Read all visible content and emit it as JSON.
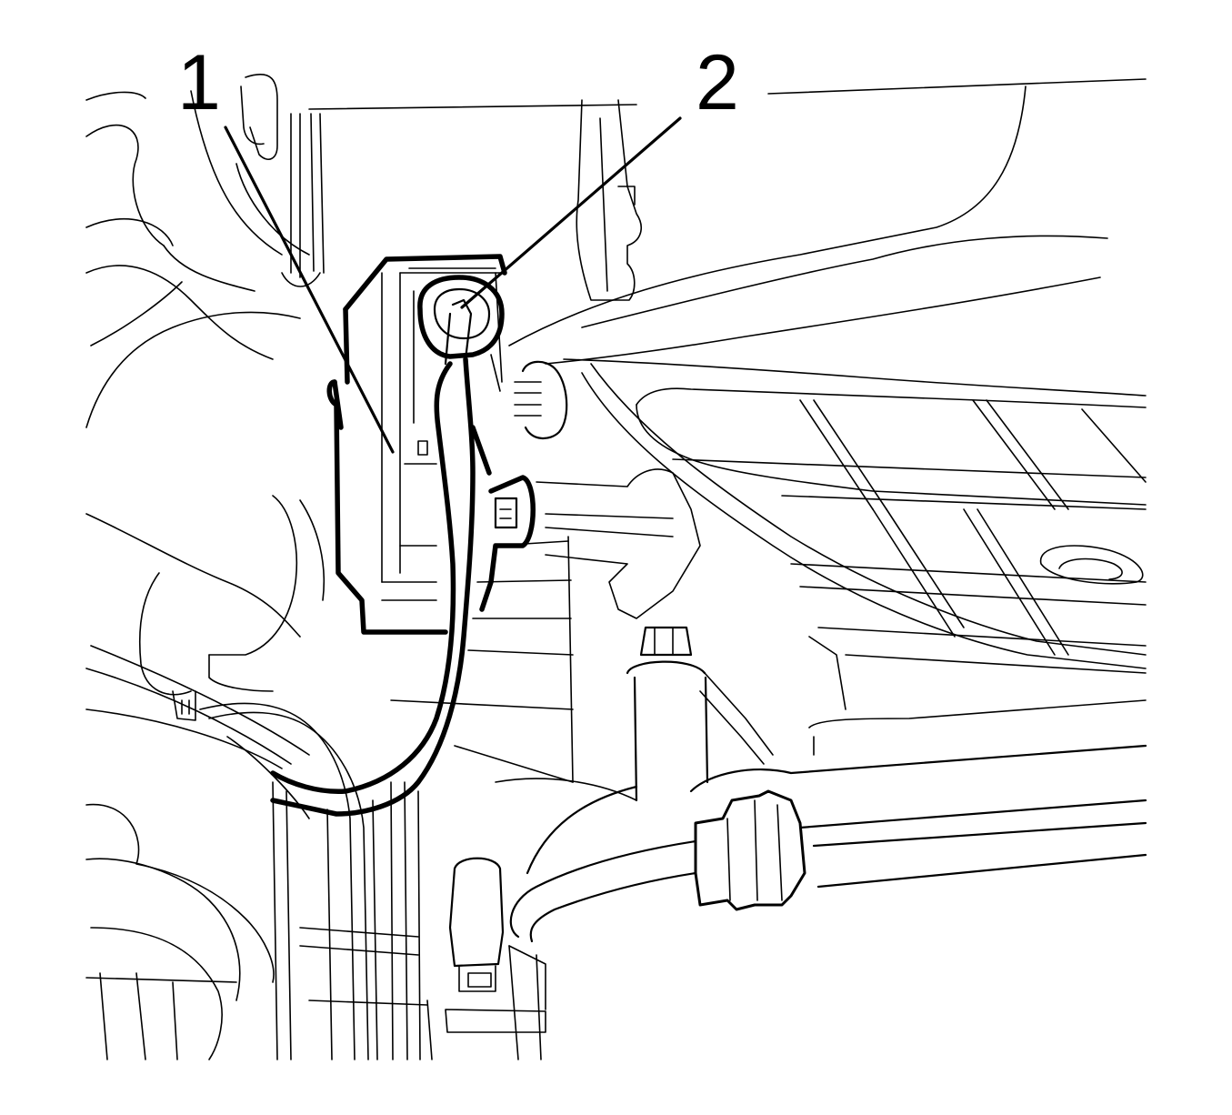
{
  "diagram": {
    "callouts": [
      {
        "id": "1",
        "label": "1",
        "target": "module-housing"
      },
      {
        "id": "2",
        "label": "2",
        "target": "module-connector"
      }
    ]
  }
}
